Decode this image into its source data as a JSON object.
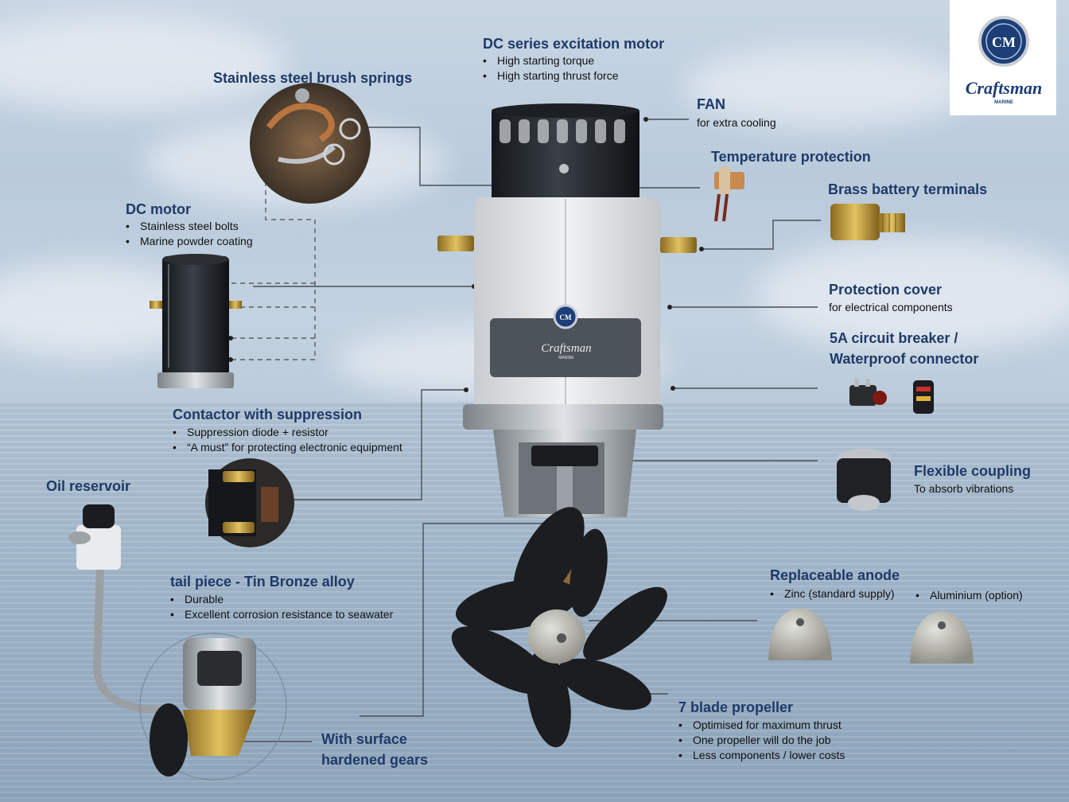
{
  "logo": {
    "emblem": "CM",
    "brand": "Craftsman",
    "sub": "MARINE"
  },
  "thruster": {
    "plate_brand": "Craftsman",
    "plate_sub": "MARINE",
    "badge": "CM"
  },
  "labels": {
    "dc_series": {
      "title": "DC series excitation motor",
      "bullets": [
        "High starting torque",
        "High starting thrust force"
      ]
    },
    "brush_springs": {
      "title": "Stainless steel brush springs"
    },
    "fan": {
      "title": "FAN",
      "sub": "for extra cooling"
    },
    "temp": {
      "title": "Temperature protection"
    },
    "brass": {
      "title": "Brass battery terminals"
    },
    "dc_motor": {
      "title": "DC motor",
      "bullets": [
        "Stainless steel bolts",
        "Marine powder coating"
      ]
    },
    "cover": {
      "title": "Protection cover",
      "sub": "for electrical components"
    },
    "breaker": {
      "title1": "5A circuit breaker /",
      "title2": "Waterproof connector"
    },
    "contactor": {
      "title": "Contactor with suppression",
      "bullets": [
        "Suppression diode + resistor",
        "“A must” for protecting electronic equipment"
      ]
    },
    "coupling": {
      "title": "Flexible coupling",
      "sub": "To absorb vibrations"
    },
    "oil": {
      "title": "Oil reservoir"
    },
    "tail": {
      "title": "tail piece  - Tin Bronze alloy",
      "bullets": [
        "Durable",
        "Excellent corrosion resistance to seawater"
      ]
    },
    "anode": {
      "title": "Replaceable anode",
      "zinc": "Zinc (standard supply)",
      "alu": "Aluminium (option)"
    },
    "gears": {
      "title1": "With surface",
      "title2": "hardened gears"
    },
    "propeller": {
      "title": "7 blade propeller",
      "bullets": [
        "Optimised for maximum thrust",
        "One propeller will do the job",
        "Less components / lower costs"
      ]
    }
  },
  "colors": {
    "heading": "#1f3a68",
    "line": "#4a4f55"
  }
}
